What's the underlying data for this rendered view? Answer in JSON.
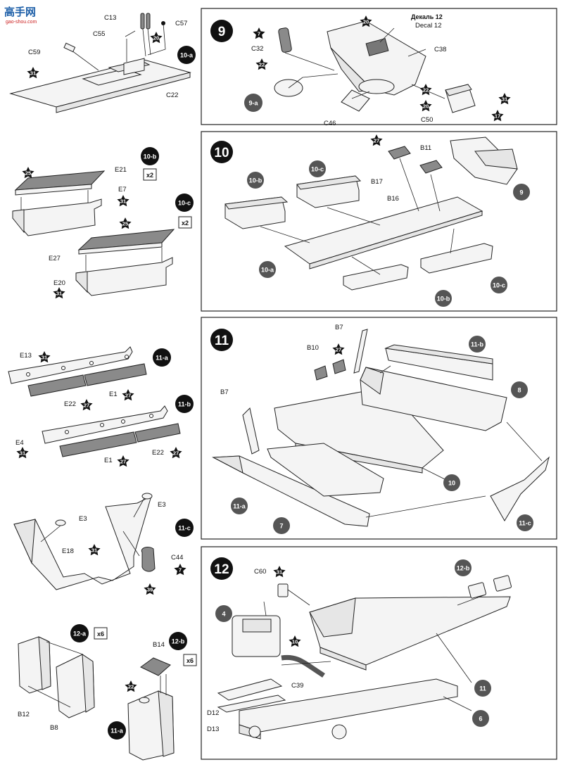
{
  "watermark": {
    "logo_text": "高手网",
    "url": "gao-shou.com"
  },
  "step9": {
    "number": "9",
    "decal_ru": "Декаль 12",
    "decal_en": "Decal 12",
    "parts": [
      "C32",
      "C38",
      "C46",
      "C50"
    ],
    "colors": [
      "7",
      "22",
      "20",
      "22",
      "20",
      "31",
      "17"
    ],
    "refs": [
      "9-a"
    ]
  },
  "step10": {
    "number": "10",
    "parts": [
      "B11",
      "B17",
      "B16"
    ],
    "colors": [
      "27"
    ],
    "refs": [
      "10-b",
      "10-c",
      "10-a",
      "10-c",
      "10-b",
      "9"
    ]
  },
  "step11": {
    "number": "11",
    "parts": [
      "B7",
      "B10",
      "B7"
    ],
    "colors": [
      "27"
    ],
    "refs": [
      "11-b",
      "8",
      "10",
      "11-a",
      "7",
      "11-c"
    ]
  },
  "step12": {
    "number": "12",
    "parts": [
      "C60",
      "C39",
      "D12",
      "D13"
    ],
    "colors": [
      "31",
      "10"
    ],
    "refs": [
      "12-b",
      "4",
      "11",
      "6"
    ]
  },
  "sub10a": {
    "label": "10-a",
    "parts": [
      "C13",
      "C57",
      "C55",
      "C59",
      "C22"
    ],
    "colors": [
      "20",
      "31"
    ]
  },
  "sub10b": {
    "label": "10-b",
    "mult": "x2",
    "parts": [
      "E21",
      "E7"
    ],
    "colors": [
      "25",
      "31"
    ]
  },
  "sub10c": {
    "label": "10-c",
    "mult": "x2",
    "parts": [
      "E27",
      "E20"
    ],
    "colors": [
      "25",
      "31"
    ]
  },
  "sub11a": {
    "label": "11-a",
    "parts": [
      "E13",
      "E22",
      "E1"
    ],
    "colors": [
      "31",
      "27",
      "27"
    ]
  },
  "sub11b": {
    "label": "11-b",
    "parts": [
      "E4",
      "E1",
      "E22"
    ],
    "colors": [
      "31",
      "27",
      "27"
    ]
  },
  "sub11c": {
    "label": "11-c",
    "parts": [
      "E3",
      "E3",
      "E18",
      "C44"
    ],
    "colors": [
      "31",
      "7",
      "39"
    ]
  },
  "sub12a": {
    "label": "12-a",
    "mult": "x6",
    "parts": [
      "B12",
      "B8"
    ]
  },
  "sub12b": {
    "label": "12-b",
    "mult": "x6",
    "parts": [
      "B14"
    ],
    "colors": [
      "22"
    ],
    "refs": [
      "11-a"
    ]
  }
}
